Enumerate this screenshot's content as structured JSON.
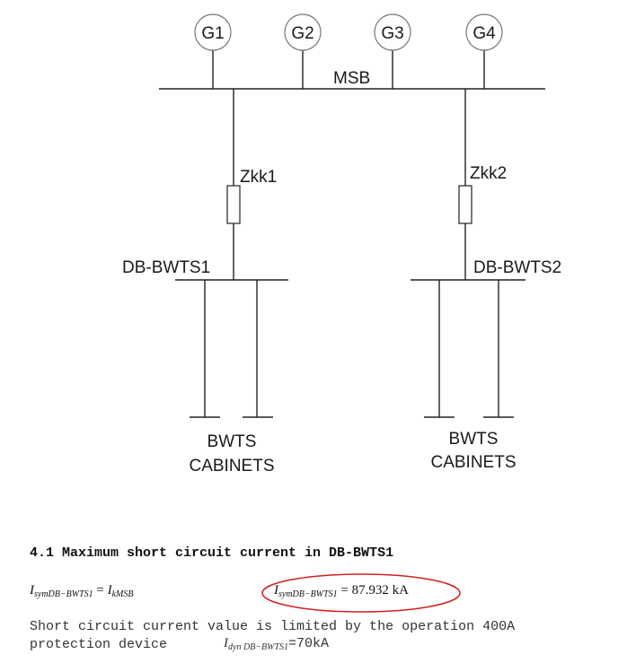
{
  "diagram": {
    "generators": [
      "G1",
      "G2",
      "G3",
      "G4"
    ],
    "busbar": "MSB",
    "impedances": [
      "Zkk1",
      "Zkk2"
    ],
    "boards": [
      "DB-BWTS1",
      "DB-BWTS2"
    ],
    "loads": [
      {
        "line1": "BWTS",
        "line2": "CABINETS"
      },
      {
        "line1": "BWTS",
        "line2": "CABINETS"
      }
    ],
    "colors": {
      "lines": "#222222",
      "generator_circle": "#777777",
      "highlight_ellipse": "#d42020"
    }
  },
  "section": {
    "heading": "4.1 Maximum short circuit current in DB-BWTS1",
    "equation": {
      "lhs_symbol": "I",
      "lhs_sub": "symDB−BWTS1",
      "equals": "=",
      "rhs_symbol": "I",
      "rhs_sub": "kMSB"
    },
    "result": {
      "symbol": "I",
      "sub": "symDB−BWTS1",
      "text": "= 87.932 kA"
    },
    "note_line1": "Short circuit current value is limited by the operation 400A",
    "note_line2": "protection device",
    "dyn": {
      "symbol": "I",
      "sub": "dyn DB−BWTS1",
      "value": "=70kA"
    }
  }
}
